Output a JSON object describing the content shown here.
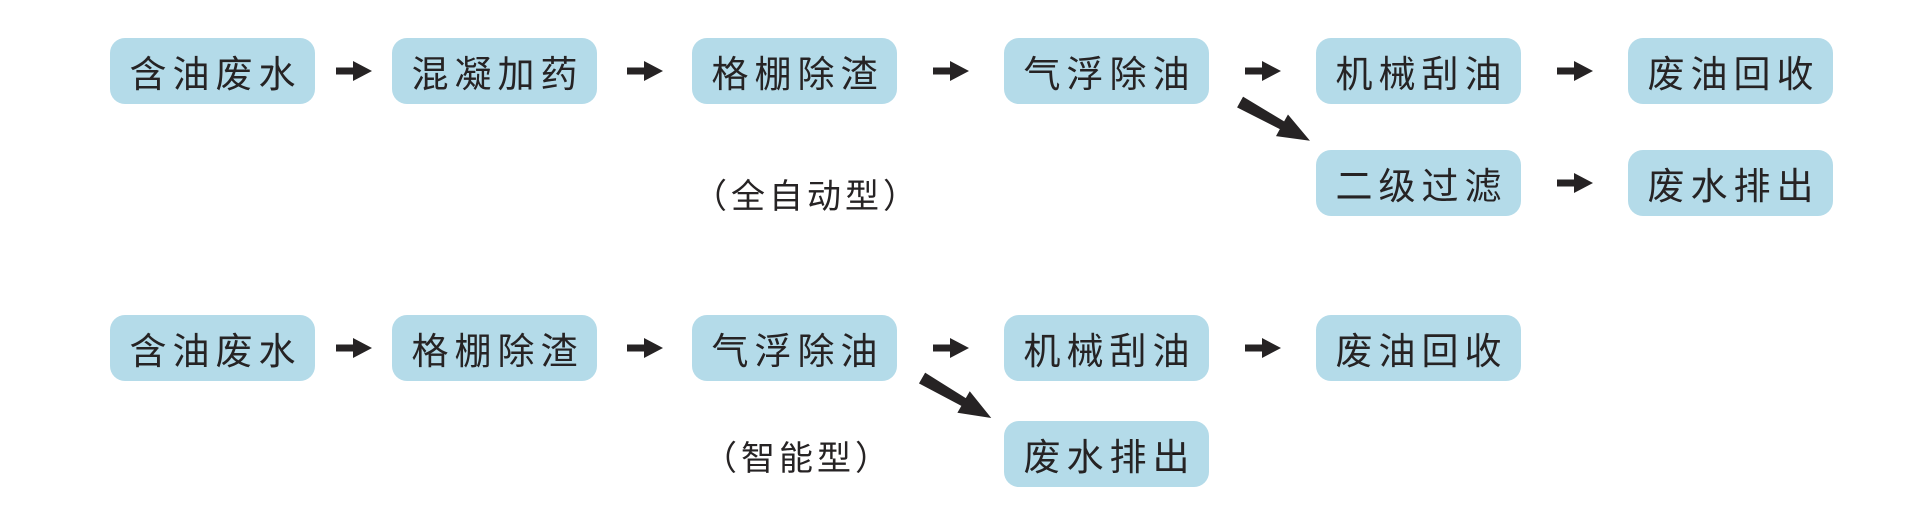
{
  "style": {
    "background": "#ffffff",
    "box_fill": "#b4dbe9",
    "text_color": "#262324",
    "arrow_color": "#262324"
  },
  "icons": {
    "right_arrow": "➡",
    "diagonal_arrow": "➘"
  },
  "flow1": {
    "type_label": "（全自动型）",
    "steps": {
      "s1": "含油废水",
      "s2": "混凝加药",
      "s3": "格棚除渣",
      "s4": "气浮除油",
      "s5": "机械刮油",
      "s6": "废油回收",
      "b1": "二级过滤",
      "b2": "废水排出"
    }
  },
  "flow2": {
    "type_label": "（智能型）",
    "steps": {
      "s1": "含油废水",
      "s2": "格棚除渣",
      "s3": "气浮除油",
      "s4": "机械刮油",
      "s5": "废油回收",
      "b1": "废水排出"
    }
  }
}
